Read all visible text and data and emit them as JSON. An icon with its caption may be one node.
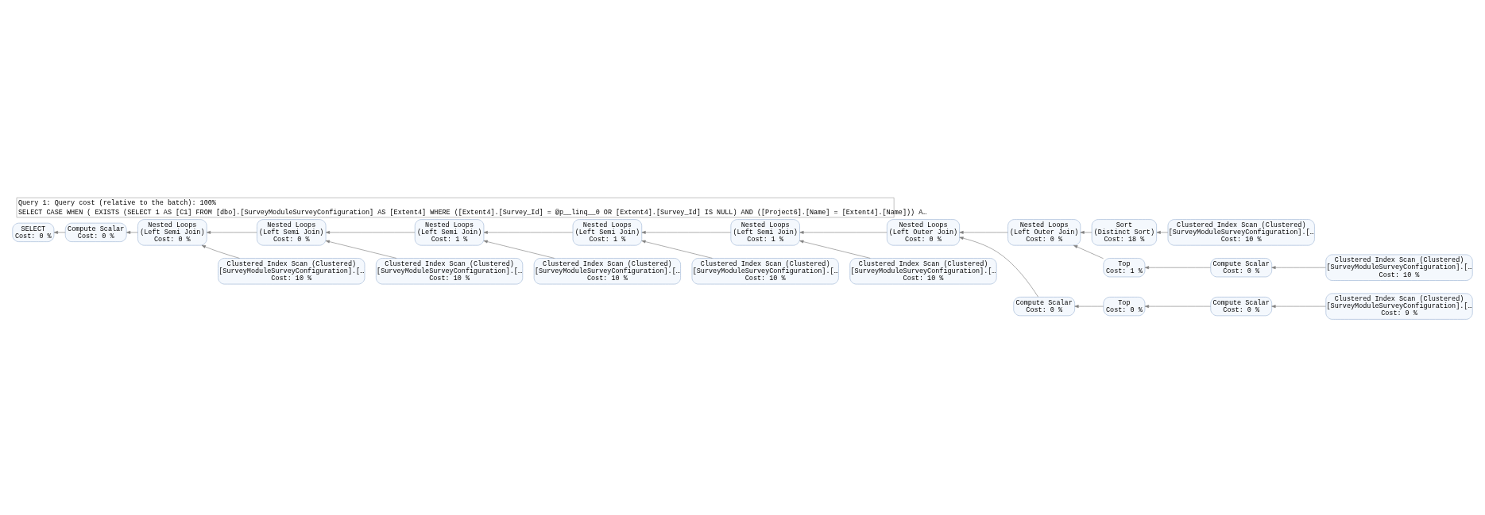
{
  "diagram": {
    "title": "Query 1: Query cost (relative to the batch): 100%",
    "caption": "SELECT CASE WHEN ( EXISTS (SELECT 1 AS [C1] FROM [dbo].[SurveyModuleSurveyConfiguration] AS [Extent4] WHERE ([Extent4].[Survey_Id] = @p__linq__0 OR [Extent4].[Survey_Id] IS NULL) AND ([Project6].[Name] = [Extent4].[Name])) A…",
    "nodes": [
      {
        "text": [
          "SELECT",
          "Cost: 0 %"
        ]
      },
      {
        "text": [
          "Compute Scalar",
          "Cost: 0 %"
        ]
      },
      {
        "text": [
          "Nested Loops",
          "(Left Semi Join)",
          "Cost: 0 %"
        ]
      },
      {
        "text": [
          "Nested Loops",
          "(Left Semi Join)",
          "Cost: 0 %"
        ]
      },
      {
        "text": [
          "Nested Loops",
          "(Left Semi Join)",
          "Cost: 1 %"
        ]
      },
      {
        "text": [
          "Nested Loops",
          "(Left Semi Join)",
          "Cost: 1 %"
        ]
      },
      {
        "text": [
          "Nested Loops",
          "(Left Semi Join)",
          "Cost: 1 %"
        ]
      },
      {
        "text": [
          "Nested Loops",
          "(Left Outer Join)",
          "Cost: 0 %"
        ]
      },
      {
        "text": [
          "Nested Loops",
          "(Left Outer Join)",
          "Cost: 0 %"
        ]
      },
      {
        "text": [
          "Sort",
          "(Distinct Sort)",
          "Cost: 18 %"
        ]
      },
      {
        "text": [
          "Clustered Index Scan (Clustered)",
          "[SurveyModuleSurveyConfiguration].[…",
          "Cost: 10 %"
        ]
      },
      {
        "text": [
          "Top",
          "Cost: 1 %"
        ]
      },
      {
        "text": [
          "Compute Scalar",
          "Cost: 0 %"
        ]
      },
      {
        "text": [
          "Clustered Index Scan (Clustered)",
          "[SurveyModuleSurveyConfiguration].[…",
          "Cost: 10 %"
        ]
      },
      {
        "text": [
          "Compute Scalar",
          "Cost: 0 %"
        ]
      },
      {
        "text": [
          "Top",
          "Cost: 0 %"
        ]
      },
      {
        "text": [
          "Compute Scalar",
          "Cost: 0 %"
        ]
      },
      {
        "text": [
          "Clustered Index Scan (Clustered)",
          "[SurveyModuleSurveyConfiguration].[…",
          "Cost: 9 %"
        ]
      },
      {
        "text": [
          "Clustered Index Scan (Clustered)",
          "[SurveyModuleSurveyConfiguration].[…",
          "Cost: 10 %"
        ]
      },
      {
        "text": [
          "Clustered Index Scan (Clustered)",
          "[SurveyModuleSurveyConfiguration].[…",
          "Cost: 10 %"
        ]
      },
      {
        "text": [
          "Clustered Index Scan (Clustered)",
          "[SurveyModuleSurveyConfiguration].[…",
          "Cost: 10 %"
        ]
      },
      {
        "text": [
          "Clustered Index Scan (Clustered)",
          "[SurveyModuleSurveyConfiguration].[…",
          "Cost: 10 %"
        ]
      },
      {
        "text": [
          "Clustered Index Scan (Clustered)",
          "[SurveyModuleSurveyConfiguration].[…",
          "Cost: 10 %"
        ]
      }
    ],
    "edges": [
      {
        "from": 1,
        "to": 0,
        "arrow": "to"
      },
      {
        "from": 2,
        "to": 1,
        "arrow": "to"
      },
      {
        "from": 3,
        "to": 2,
        "arrow": "to"
      },
      {
        "from": 22,
        "to": 2,
        "arrow": "to"
      },
      {
        "from": 4,
        "to": 3,
        "arrow": "to"
      },
      {
        "from": 21,
        "to": 3,
        "arrow": "to"
      },
      {
        "from": 5,
        "to": 4,
        "arrow": "to"
      },
      {
        "from": 20,
        "to": 4,
        "arrow": "to"
      },
      {
        "from": 6,
        "to": 5,
        "arrow": "to"
      },
      {
        "from": 19,
        "to": 5,
        "arrow": "to"
      },
      {
        "from": 7,
        "to": 6,
        "arrow": "to"
      },
      {
        "from": 18,
        "to": 6,
        "arrow": "to"
      },
      {
        "from": 8,
        "to": 7,
        "arrow": "to"
      },
      {
        "from": 14,
        "to": 7,
        "arrow": "to"
      },
      {
        "from": 9,
        "to": 8,
        "arrow": "to"
      },
      {
        "from": 11,
        "to": 8,
        "arrow": "to"
      },
      {
        "from": 10,
        "to": 9,
        "arrow": "to"
      },
      {
        "from": 12,
        "to": 11,
        "arrow": "to"
      },
      {
        "from": 13,
        "to": 12,
        "arrow": "to"
      },
      {
        "from": 15,
        "to": 14,
        "arrow": "to"
      },
      {
        "from": 16,
        "to": 15,
        "arrow": "to"
      },
      {
        "from": 17,
        "to": 16,
        "arrow": "to"
      }
    ]
  }
}
